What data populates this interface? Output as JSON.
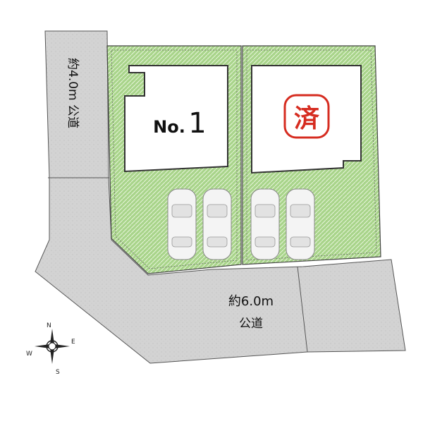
{
  "roads": {
    "north_road_label": "約4.0m 公道",
    "south_road_label_top": "約6.0m",
    "south_road_label_bottom": "公道"
  },
  "lots": [
    {
      "label": "No.1",
      "label_prefix": "No.",
      "label_number": "1",
      "status": "available"
    },
    {
      "label": "済",
      "status": "sold"
    }
  ],
  "compass": {
    "north": "N",
    "east": "E",
    "south": "S",
    "west": "W"
  },
  "colors": {
    "lot_fill": "#a8d48a",
    "road_fill": "#d3d3d3",
    "sold_stamp": "#d62c20"
  }
}
